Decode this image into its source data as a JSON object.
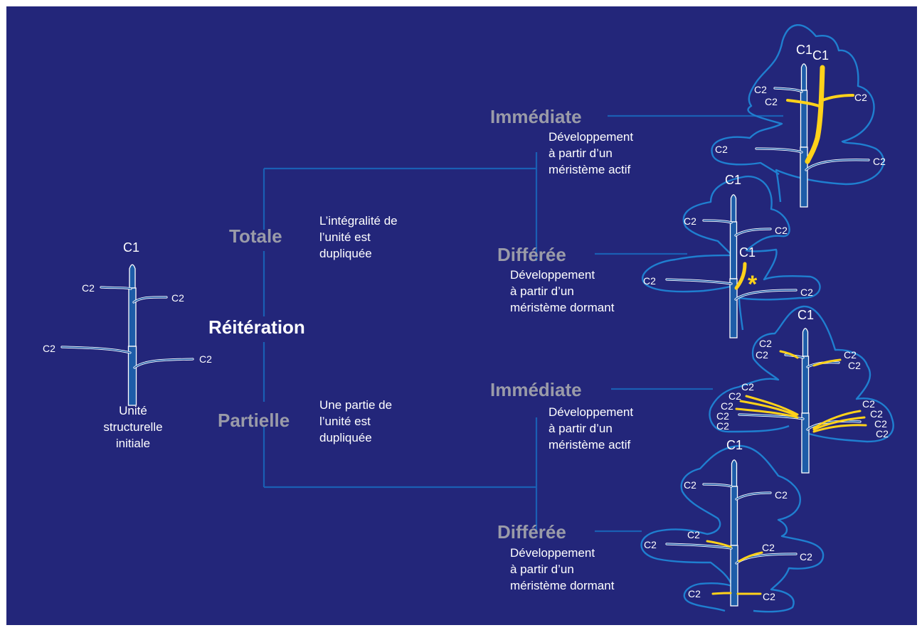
{
  "colors": {
    "background": "#23267a",
    "connector": "#1a5fb4",
    "crown_outline": "#1f7fd0",
    "stem": "#1d5ca8",
    "branch_outline": "#ffffff",
    "reiterate": "#ffd21a",
    "heading_gray": "#9a9ba8",
    "text": "#ffffff"
  },
  "root": {
    "label": "Réitération"
  },
  "initial_unit": {
    "caption_lines": [
      "Unité",
      "structurelle",
      "initiale"
    ]
  },
  "branches": [
    {
      "label": "Totale",
      "description_lines": [
        "L’intégralité de",
        "l’unité est",
        "dupliquée"
      ],
      "modes": [
        {
          "label": "Immédiate",
          "description_lines": [
            "Développement",
            "à partir d’un",
            "méristème actif"
          ]
        },
        {
          "label": "Différée",
          "description_lines": [
            "Développement",
            "à partir d’un",
            "méristème dormant"
          ],
          "marker": "*"
        }
      ]
    },
    {
      "label": "Partielle",
      "description_lines": [
        "Une partie de",
        "l’unité est",
        "dupliquée"
      ],
      "modes": [
        {
          "label": "Immédiate",
          "description_lines": [
            "Développement",
            "à partir d’un",
            "méristème actif"
          ]
        },
        {
          "label": "Différée",
          "description_lines": [
            "Développement",
            "à partir d’un",
            "méristème dormant"
          ]
        }
      ]
    }
  ],
  "axis_labels": {
    "c1": "C1",
    "c2": "C2"
  }
}
